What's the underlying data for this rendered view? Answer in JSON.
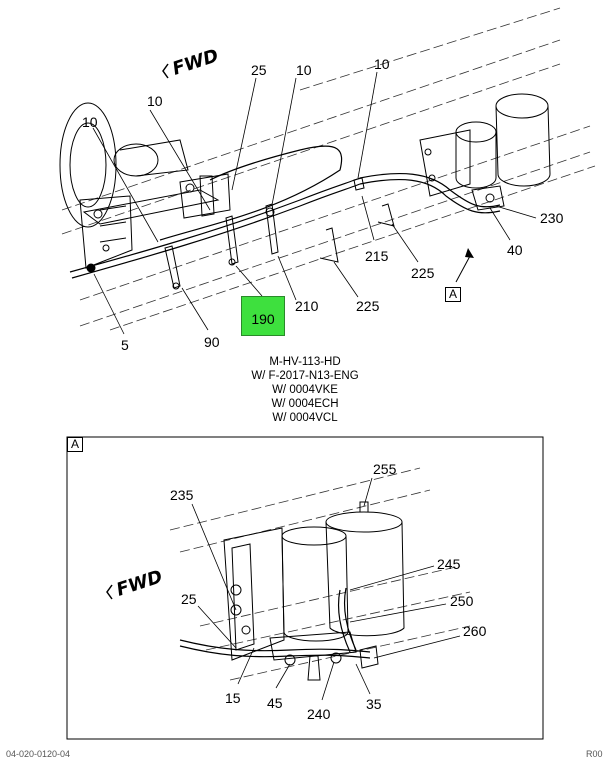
{
  "main_view": {
    "fwd_label": "FWD",
    "callouts": [
      {
        "id": "c25a",
        "text": "25"
      },
      {
        "id": "c10a",
        "text": "10"
      },
      {
        "id": "c10b",
        "text": "10"
      },
      {
        "id": "c10c",
        "text": "10"
      },
      {
        "id": "c10d",
        "text": "10"
      },
      {
        "id": "c230",
        "text": "230"
      },
      {
        "id": "c40",
        "text": "40"
      },
      {
        "id": "c215",
        "text": "215"
      },
      {
        "id": "c225a",
        "text": "225"
      },
      {
        "id": "c225b",
        "text": "225"
      },
      {
        "id": "c210",
        "text": "210"
      },
      {
        "id": "c90",
        "text": "90"
      },
      {
        "id": "c5",
        "text": "5"
      }
    ],
    "highlighted_part": "190",
    "view_ref": "A"
  },
  "notes": [
    "M-HV-113-HD",
    "W/ F-2017-N13-ENG",
    "W/ 0004VKE",
    "W/ 0004ECH",
    "W/ 0004VCL"
  ],
  "detail_view": {
    "label": "A",
    "fwd_label": "FWD",
    "callouts": [
      {
        "id": "d255",
        "text": "255"
      },
      {
        "id": "d235",
        "text": "235"
      },
      {
        "id": "d245",
        "text": "245"
      },
      {
        "id": "d250",
        "text": "250"
      },
      {
        "id": "d25",
        "text": "25"
      },
      {
        "id": "d260",
        "text": "260"
      },
      {
        "id": "d15",
        "text": "15"
      },
      {
        "id": "d45",
        "text": "45"
      },
      {
        "id": "d240",
        "text": "240"
      },
      {
        "id": "d35",
        "text": "35"
      }
    ]
  },
  "footer": {
    "left": "04-020-0120-04",
    "right": "R00"
  },
  "colors": {
    "highlight": "#3ee03e",
    "line": "#000000"
  }
}
